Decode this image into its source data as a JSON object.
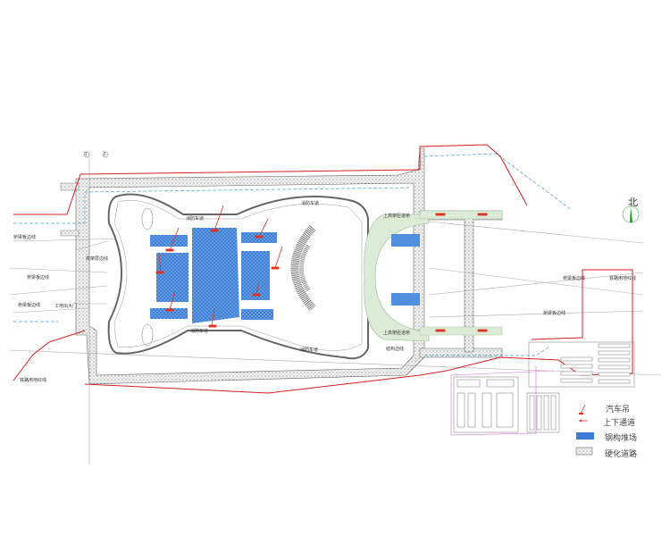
{
  "north_label": "北",
  "labels": {
    "bridge_edge_1": "桥梁板边线",
    "bridge_edge_2": "桥梁板边线",
    "bridge_edge_3": "桥梁板边线",
    "bridge_edge_4": "桥梁板边线",
    "bridge_edge_5": "桥梁板边线",
    "elevated_edge": "高架层边线",
    "site_gate": "工地出大门",
    "rail_redline_left": "铁路用地红线",
    "rail_redline_right": "铁路用地红线",
    "fire_lane_1": "消防车道",
    "fire_lane_2": "消防车道",
    "fire_lane_3": "消防车道",
    "fire_lane_4": "消防车道",
    "ramp_bridge_top": "上高架匝道桥",
    "ramp_bridge_bottom": "上高架匝道桥",
    "structure_edge": "结构边线",
    "axis_a": "1",
    "axis_b": "2"
  },
  "legend": [
    {
      "label": "汽车吊",
      "icon": "crane-icon",
      "color": "#e0301e"
    },
    {
      "label": "上下通道",
      "icon": "arrow-icon",
      "color": "#e0301e"
    },
    {
      "label": "钢构堆场",
      "icon": "steel-yard-swatch",
      "color": "#3a7fd5"
    },
    {
      "label": "硬化道路",
      "icon": "paved-road-swatch",
      "color": "#999999"
    }
  ],
  "colors": {
    "redline": "#d42020",
    "steel": "#3a7fd5",
    "ramp": "#dcebd6",
    "road": "#bbbbbb",
    "fence": "#4fa3c0",
    "magenta": "#d070d0"
  }
}
